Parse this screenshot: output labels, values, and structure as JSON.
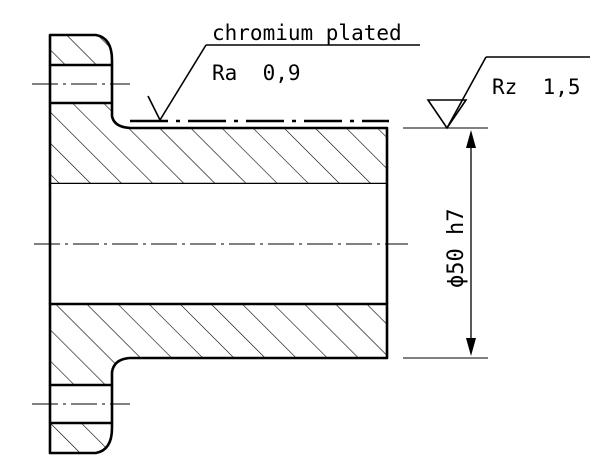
{
  "annotations": {
    "coating_note": "chromium plated",
    "surface_roughness_ra": "Ra  0,9",
    "surface_roughness_rz": "Rz  1,5",
    "diameter_tolerance": "ϕ50 h7"
  },
  "colors": {
    "line": "#000000",
    "background": "#ffffff"
  }
}
